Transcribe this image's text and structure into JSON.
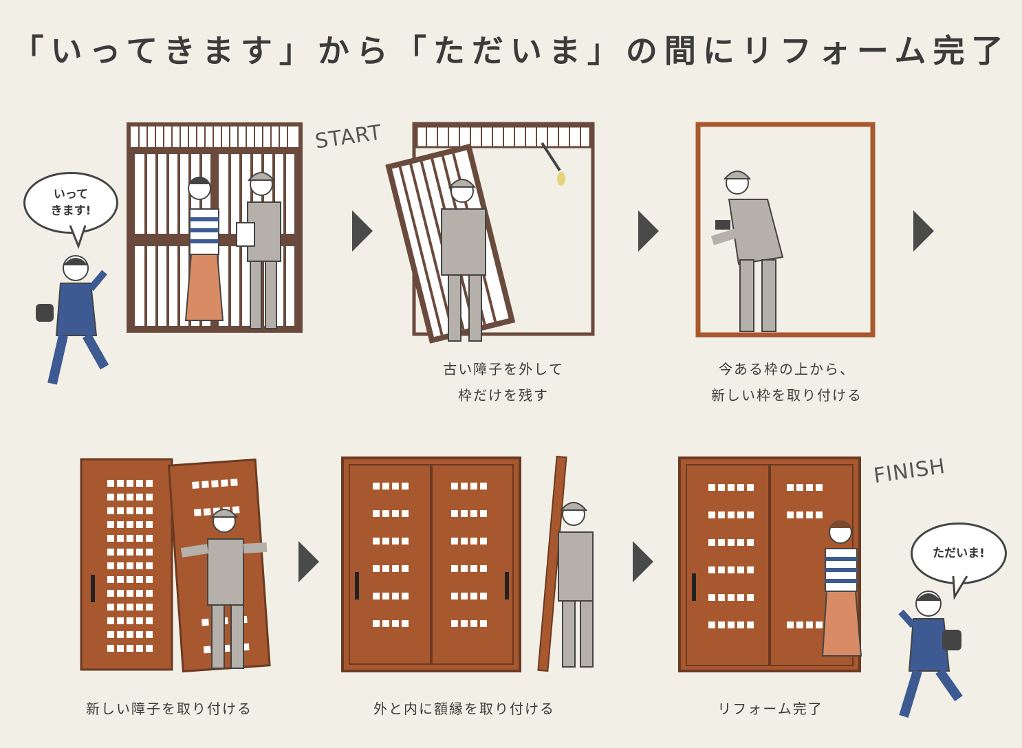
{
  "title": "「いってきます」から「ただいま」の間にリフォーム完了",
  "tags": {
    "start": "START",
    "finish": "FINISH"
  },
  "bubbles": {
    "leave": "いって\nきます!",
    "return": "ただいま!"
  },
  "steps": [
    {
      "caption": ""
    },
    {
      "caption": "古い障子を外して\n枠だけを残す"
    },
    {
      "caption": "今ある枠の上から、\n新しい枠を取り付ける"
    },
    {
      "caption": "新しい障子を取り付ける"
    },
    {
      "caption": "外と内に額縁を取り付ける"
    },
    {
      "caption": "リフォーム完了"
    }
  ],
  "colors": {
    "background": "#f2efe6",
    "wood": "#a8582e",
    "wood_dark": "#6b3a22",
    "old_frame": "#6a4a3c",
    "worker": "#b5b0a9",
    "navy": "#3d5a93",
    "skirt": "#d98b66"
  }
}
